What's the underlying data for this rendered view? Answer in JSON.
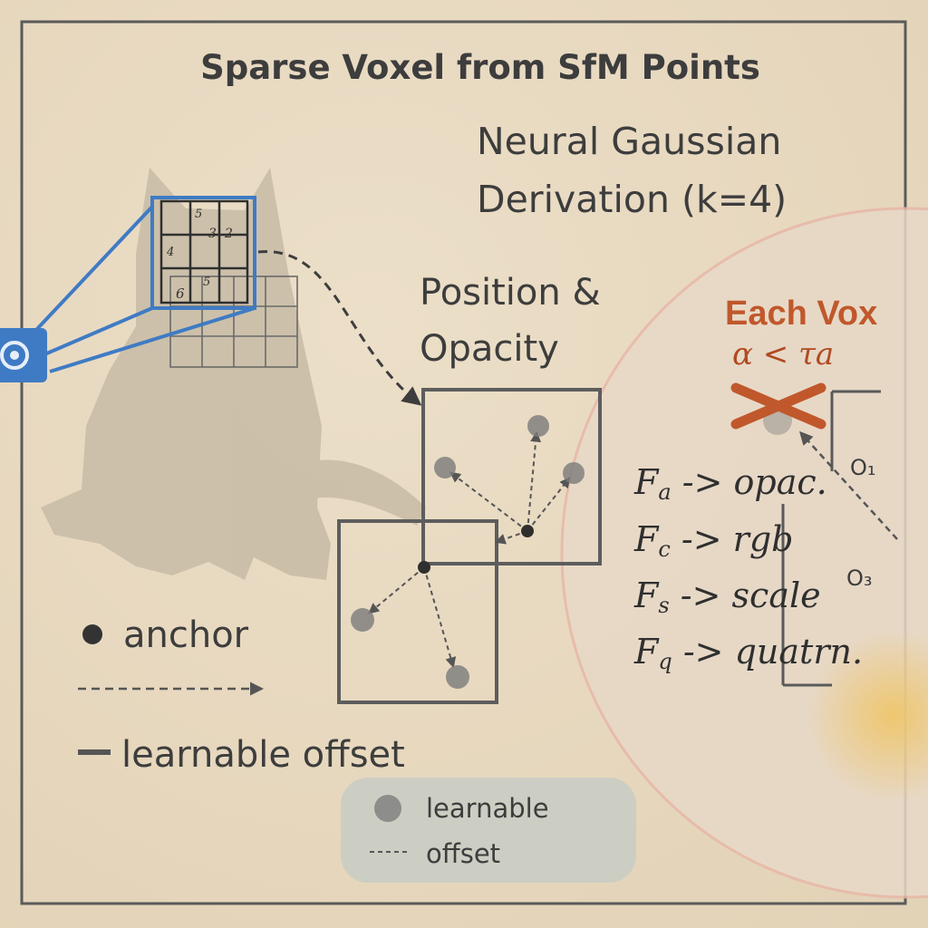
{
  "title": "Sparse Voxel from SfM Points",
  "derivation": {
    "line1": "Neural Gaussian",
    "line2": "Derivation (k=4)"
  },
  "position_opacity": {
    "line1": "Position &",
    "line2": "Opacity"
  },
  "each_vox": {
    "label": "Each Vox",
    "condition": "α < τa"
  },
  "features": [
    {
      "base": "F",
      "sub": "a",
      "text": " -> opac."
    },
    {
      "base": "F",
      "sub": "c",
      "text": " -> rgb"
    },
    {
      "base": "F",
      "sub": "s",
      "text": " -> scale"
    },
    {
      "base": "F",
      "sub": "q",
      "text": " -> quatrn."
    }
  ],
  "o_labels": [
    "O₁",
    "O₃"
  ],
  "grid_numbers": [
    "5",
    "3",
    "2",
    "4",
    "6",
    "5"
  ],
  "legend": {
    "anchor": "anchor",
    "offset": "learnable offset"
  },
  "legend_box": {
    "line1": "learnable",
    "line2": "offset"
  },
  "colors": {
    "camera": "#3f7bc4",
    "accent": "#c0582c",
    "ink": "#3d3d3d",
    "legend_box": "#c8ccc4"
  }
}
